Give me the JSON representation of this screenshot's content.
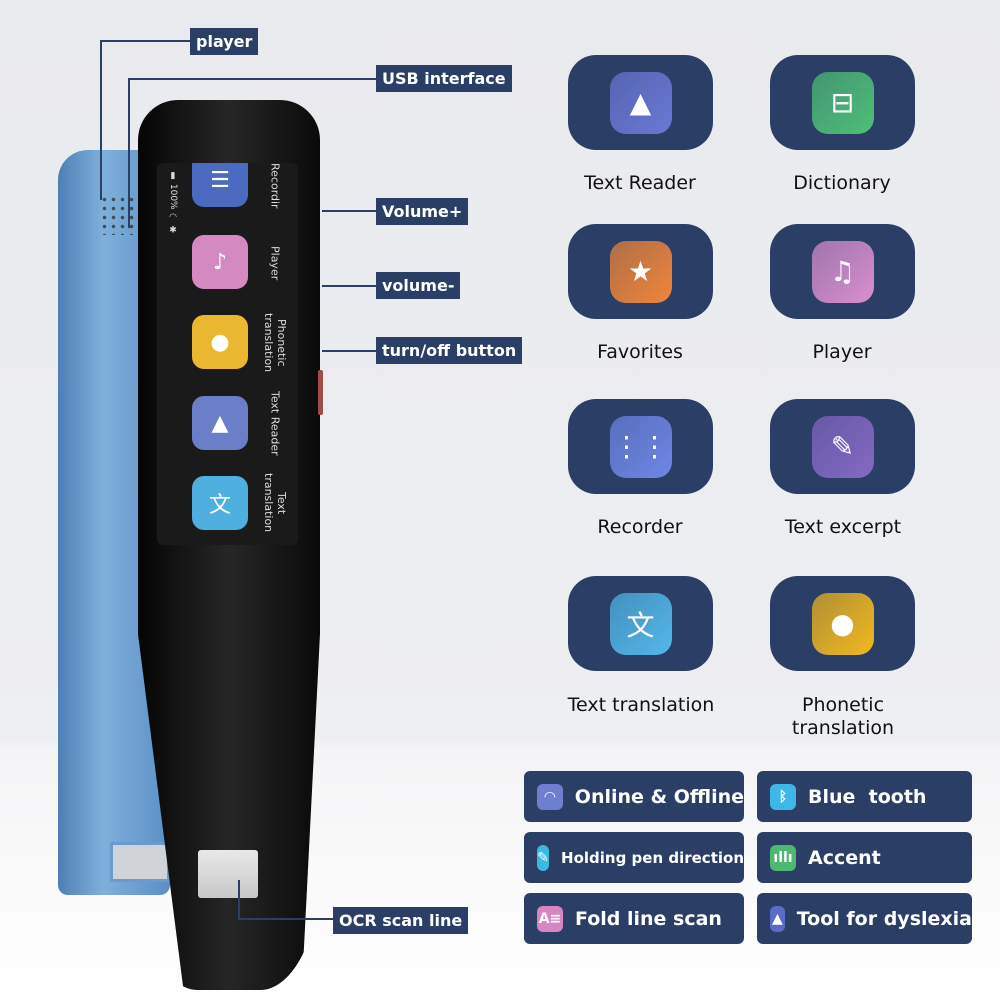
{
  "callouts": {
    "player": "player",
    "usb": "USB interface",
    "volume_up": "Volume+",
    "volume_down": "volume-",
    "power": "turn/off button",
    "ocr": "OCR scan line"
  },
  "screen": {
    "battery": "100%",
    "items": [
      {
        "label": "Recordir",
        "icon": "recording-icon",
        "color": "#4a6bc0"
      },
      {
        "label": "Player",
        "icon": "music-icon",
        "color": "#d48ac0"
      },
      {
        "label": "Phonetic translation",
        "icon": "microphone-icon",
        "color": "#eab730"
      },
      {
        "label": "Text Reader",
        "icon": "text-reader-icon",
        "color": "#6b7fc8"
      },
      {
        "label": "Text translation",
        "icon": "translate-icon",
        "color": "#4fb0e0"
      }
    ]
  },
  "functions": [
    {
      "label": "Text Reader",
      "icon": "text-reader-icon",
      "color": "#6a78d6"
    },
    {
      "label": "Dictionary",
      "icon": "scan-icon",
      "color": "#4fbf78"
    },
    {
      "label": "Favorites",
      "icon": "folder-star-icon",
      "color": "#f0853a"
    },
    {
      "label": "Player",
      "icon": "music-note-icon",
      "color": "#d98fcf"
    },
    {
      "label": "Recorder",
      "icon": "waveform-icon",
      "color": "#6f86e6"
    },
    {
      "label": "Text excerpt",
      "icon": "edit-icon",
      "color": "#8468c4"
    },
    {
      "label": "Text translation",
      "icon": "translate-icon",
      "color": "#52b8ea"
    },
    {
      "label": "Phonetic translation",
      "icon": "microphone-icon",
      "color": "#f2b81e"
    }
  ],
  "features": [
    {
      "label": "Online & Offline",
      "icon": "wifi-icon",
      "color": "#6f7fd0"
    },
    {
      "label": "Blue  tooth",
      "icon": "bluetooth-icon",
      "color": "#3eb6e8"
    },
    {
      "label": "Holding pen direction",
      "icon": "pen-icon",
      "color": "#3fb8e0"
    },
    {
      "label": "Accent",
      "icon": "audio-wave-icon",
      "color": "#4fb870"
    },
    {
      "label": "Fold line scan",
      "icon": "text-scan-icon",
      "color": "#d786c2"
    },
    {
      "label": "Tool for dyslexia",
      "icon": "text-reader-icon",
      "color": "#5a6cc8"
    }
  ]
}
